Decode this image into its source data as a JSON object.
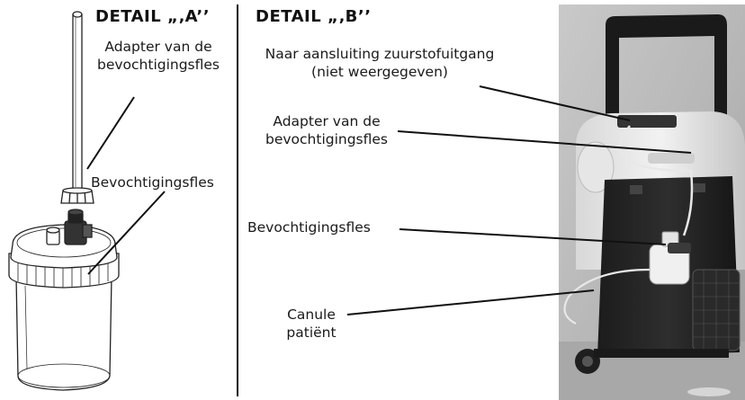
{
  "detail_a": {
    "title": "DETAIL „‚A’’",
    "adapter_label_line1": "Adapter van de",
    "adapter_label_line2": "bevochtigingsfles",
    "bottle_label": "Bevochtigingsfles"
  },
  "detail_b": {
    "title": "DETAIL „‚B’’",
    "outlet_label_line1": "Naar aansluiting zuurstofuitgang",
    "outlet_label_line2": "(niet weergegeven)",
    "adapter_label_line1": "Adapter van de",
    "adapter_label_line2": "bevochtigingsfles",
    "bottle_label": "Bevochtigingsfles",
    "cannula_label_line1": "Canule",
    "cannula_label_line2": "patiënt"
  }
}
